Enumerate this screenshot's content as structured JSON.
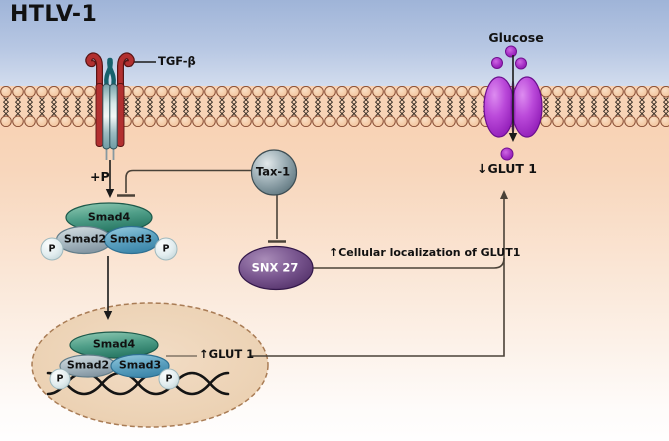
{
  "title": "HTLV-1",
  "extracellular": {
    "glucose_label": "Glucose"
  },
  "receptor": {
    "ligand_label": "TGF-β",
    "phospho_label": "+P"
  },
  "proteins": {
    "tax1": "Tax-1",
    "snx27": "SNX 27",
    "smad4": "Smad4",
    "smad2": "Smad2",
    "smad3": "Smad3",
    "phosphate": "P"
  },
  "annotations": {
    "glut1_down": "↓GLUT 1",
    "glut1_up": "↑GLUT 1",
    "snx27_effect": "↑Cellular localization of GLUT1"
  },
  "colors": {
    "extracellular_blue": "#9fb4d8",
    "cytoplasm_peach": "#f7cfae",
    "lipid_head": "#f3c9a4",
    "lipid_outline": "#8a4f36",
    "nucleus_fill": "#ecd2b4",
    "nucleus_border": "#a97c55",
    "receptor_red": "#b23030",
    "receptor_teal": "#74a0a8",
    "smad4_green": "#4f9e88",
    "smad2_gray": "#8fa4af",
    "smad3_blue": "#4590b2",
    "tax1_gray": "#a9b9bf",
    "snx27_purple": "#7a5790",
    "glut1_purple": "#bb4ada",
    "glucose_purple": "#a32ec4",
    "connector_dark": "#1a1a1a",
    "inhibitor_brown": "#4a4238"
  }
}
